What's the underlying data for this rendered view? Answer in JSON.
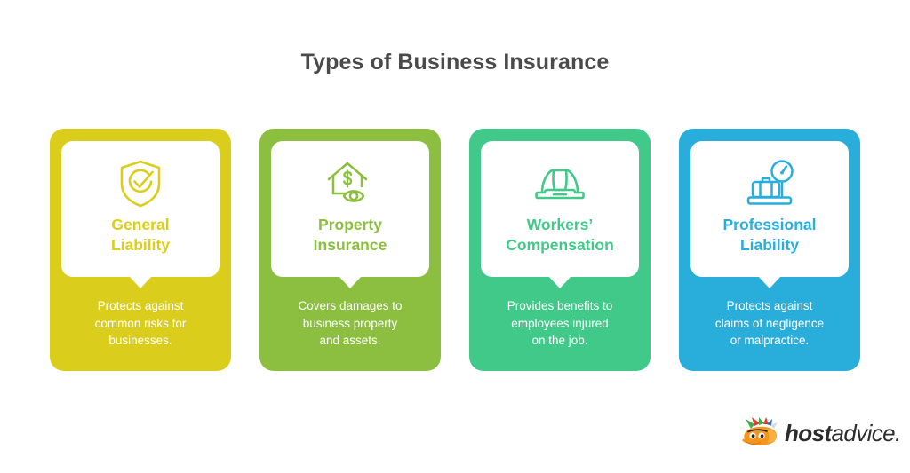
{
  "header": {
    "title": "Types of Business Insurance",
    "title_color": "#4a4a4a"
  },
  "cards": [
    {
      "id": "general-liability",
      "title": "General\nLiability",
      "title_line1": "General",
      "title_line2": "Liability",
      "description": "Protects against common risks for businesses.",
      "desc_line1": "Protects against",
      "desc_line2": "common risks for",
      "desc_line3": "businesses.",
      "color": "#DBCD1C",
      "icon": "shield-check-icon"
    },
    {
      "id": "property-insurance",
      "title": "Property\nInsurance",
      "title_line1": "Property",
      "title_line2": "Insurance",
      "description": "Covers damages to business property and assets.",
      "desc_line1": "Covers damages to",
      "desc_line2": "business property",
      "desc_line3": "and assets.",
      "color": "#8CBF3F",
      "icon": "house-dollar-eye-icon"
    },
    {
      "id": "workers-compensation",
      "title": "Workers’\nCompensation",
      "title_line1": "Workers’",
      "title_line2": "Compensation",
      "description": "Provides benefits to employees injured on the job.",
      "desc_line1": "Provides benefits to",
      "desc_line2": "employees injured",
      "desc_line3": "on the job.",
      "color": "#41C98A",
      "icon": "hard-hat-icon"
    },
    {
      "id": "professional-liability",
      "title": "Professional\nLiability",
      "title_line1": "Professional",
      "title_line2": "Liability",
      "description": "Protects against claims of negligence or malpractice.",
      "desc_line1": "Protects against",
      "desc_line2": "claims of negligence",
      "desc_line3": "or malpractice.",
      "color": "#29AEDC",
      "icon": "briefcase-scale-icon"
    }
  ],
  "logo": {
    "name_bold": "host",
    "name_light": "advice.",
    "mark": "hostadvice-fox-mascot-icon",
    "text_color": "#2c2c2c"
  }
}
